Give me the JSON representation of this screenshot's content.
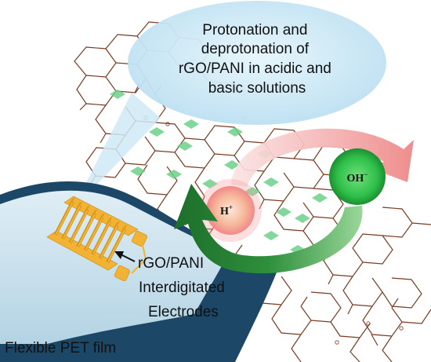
{
  "bubble": {
    "line1": "Protonation and",
    "line2": "deprotonation of",
    "line3": "rGO/PANI in acidic and",
    "line4": "basic solutions"
  },
  "ions": {
    "proton": "H",
    "proton_sup": "+",
    "hydroxide": "OH",
    "hydroxide_sup": "−"
  },
  "electrode_label": {
    "line1": "rGO/PANI",
    "line2": "Interdigitated",
    "line3": "Electrodes"
  },
  "film_label": "Flexible PET film",
  "colors": {
    "bubble_fill": "#cfeaf7",
    "lattice": "#7a3b22",
    "pani": "#6cd08a",
    "film_body": "#1c4766",
    "film_top": "#cfe4ef",
    "electrode": "#f2b233",
    "proton_ball": "#f7c4a9",
    "hydroxide_ball": "#3cc95a",
    "arrow_pink": "#f59a9a",
    "arrow_green": "#2e8a3a"
  },
  "icons": [
    "curved-arrow-icon",
    "curved-arrow-icon",
    "pointer-arrow-icon"
  ]
}
